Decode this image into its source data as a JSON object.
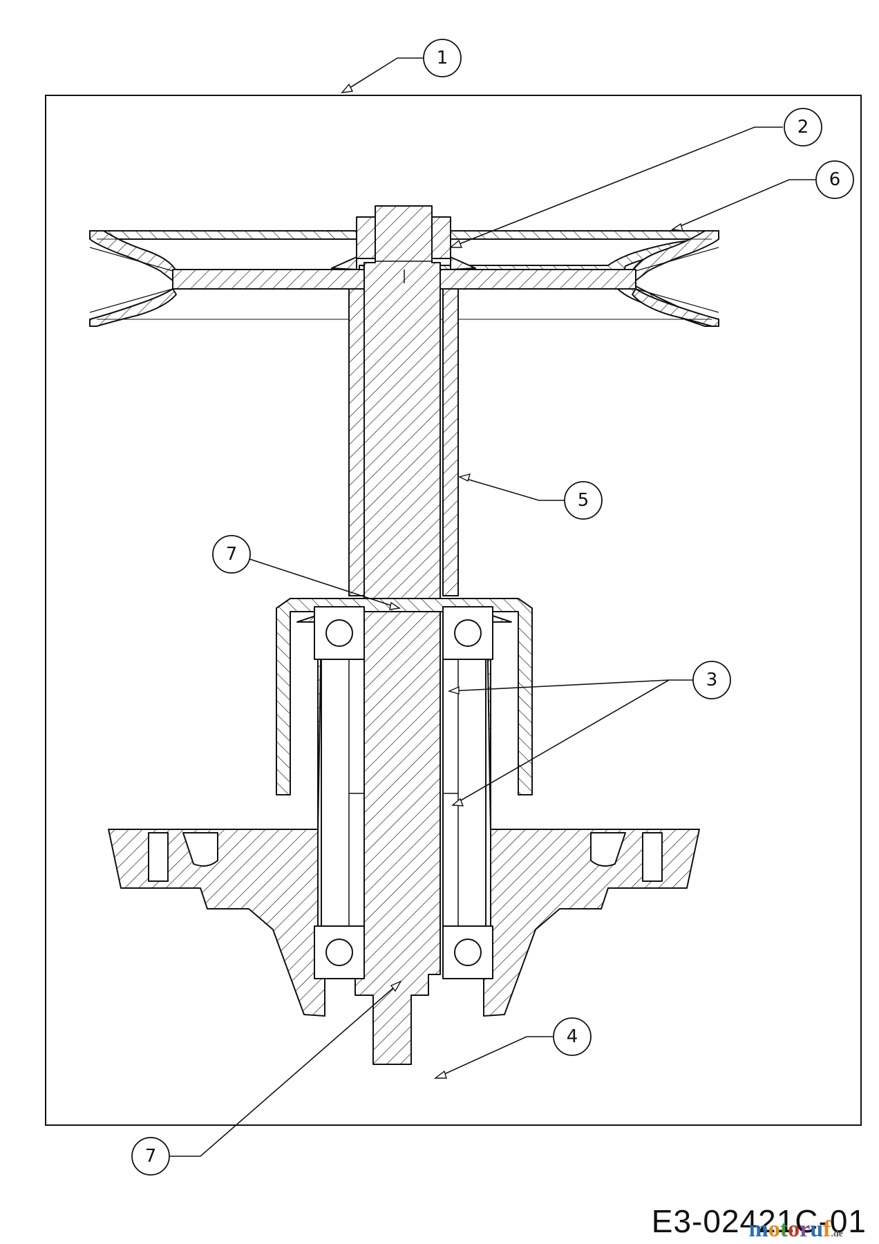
{
  "drawing_id": "E3-02421C-01",
  "watermark": {
    "letters": [
      "m",
      "o",
      "t",
      "o",
      "r",
      "u",
      "f"
    ],
    "suffix": ".de"
  },
  "callouts": [
    {
      "id": "callout-1",
      "label": "1"
    },
    {
      "id": "callout-2",
      "label": "2"
    },
    {
      "id": "callout-6",
      "label": "6"
    },
    {
      "id": "callout-5",
      "label": "5"
    },
    {
      "id": "callout-7-upper",
      "label": "7"
    },
    {
      "id": "callout-3",
      "label": "3"
    },
    {
      "id": "callout-4",
      "label": "4"
    },
    {
      "id": "callout-7-lower",
      "label": "7"
    }
  ]
}
